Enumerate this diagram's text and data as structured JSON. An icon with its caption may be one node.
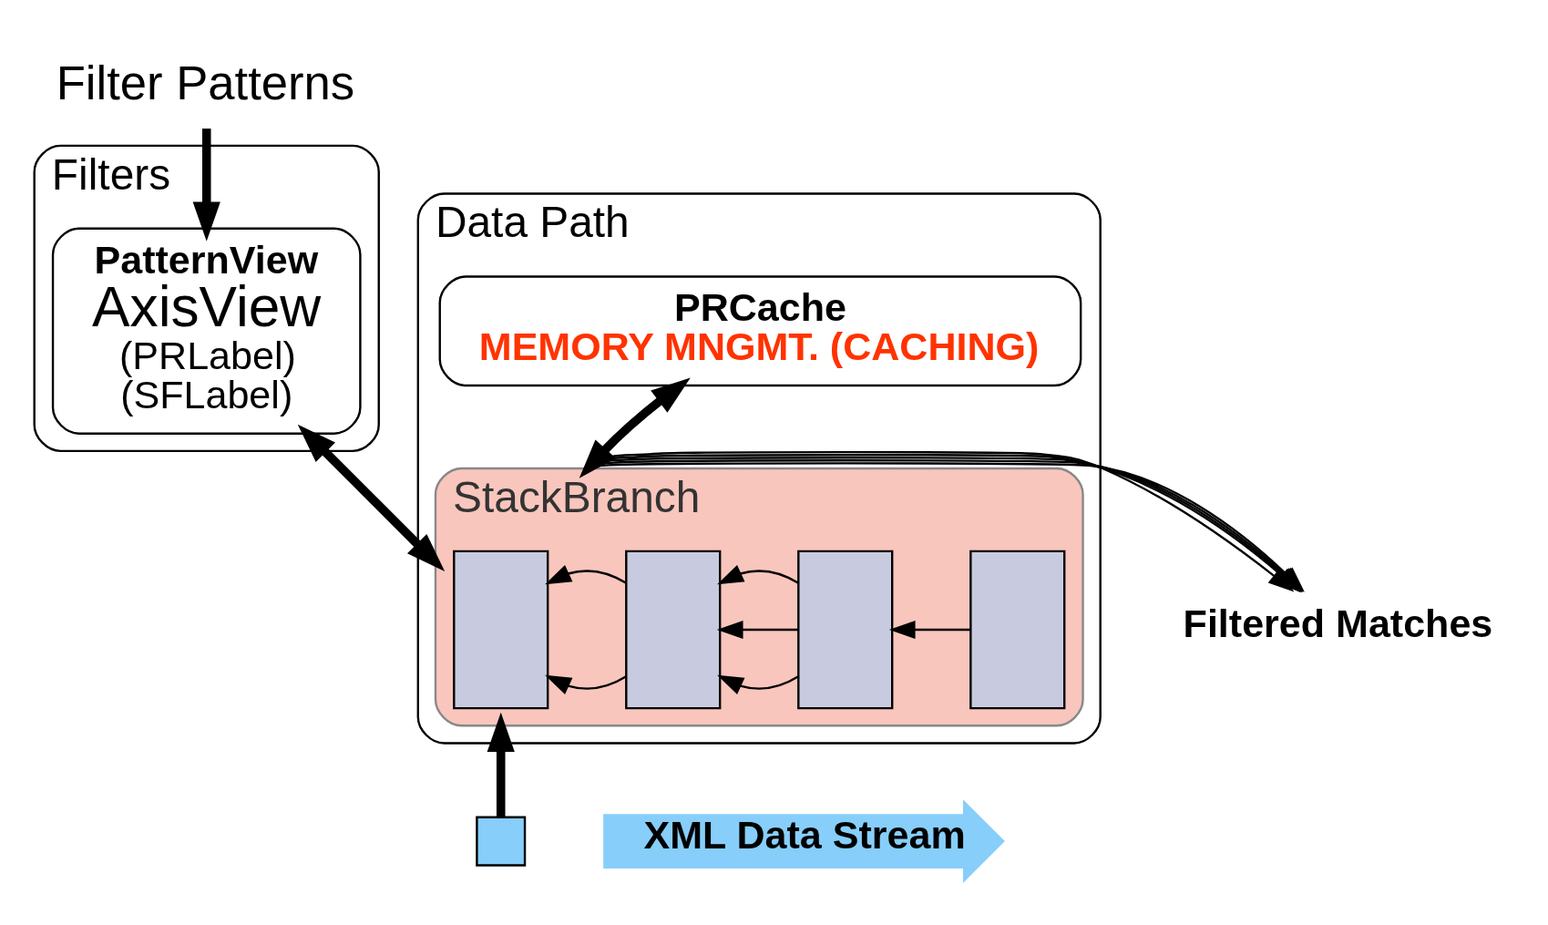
{
  "diagram": {
    "nodes": [
      {
        "text": [
          "Filter Patterns"
        ]
      },
      {
        "text": [
          "Filters"
        ]
      },
      {
        "text": [
          "PatternView",
          "AxisView",
          "(PRLabel)",
          "(SFLabel)"
        ],
        "in": 1
      },
      {
        "text": [
          "Data Path"
        ]
      },
      {
        "text": [
          "PRCache",
          "MEMORY MNGMT. (CACHING)"
        ],
        "in": 3
      },
      {
        "text": [
          "StackBranch"
        ],
        "in": 3
      },
      {
        "text": [],
        "shape": "box",
        "in": 5
      },
      {
        "text": [],
        "shape": "box",
        "in": 5
      },
      {
        "text": [],
        "shape": "box",
        "in": 5
      },
      {
        "text": [],
        "shape": "box",
        "in": 5
      },
      {
        "text": [
          "Filtered Matches"
        ]
      },
      {
        "text": [
          "XML Data Stream"
        ]
      },
      {
        "text": [],
        "shape": "box"
      }
    ],
    "edges": [
      {
        "from": 0,
        "to": 2,
        "arrow": "to",
        "style": "thick"
      },
      {
        "from": 2,
        "to": 5,
        "arrow": "both",
        "style": "thick"
      },
      {
        "from": 4,
        "to": 5,
        "arrow": "both",
        "style": "thick"
      },
      {
        "from": 7,
        "to": 6,
        "arrow": "to"
      },
      {
        "from": 7,
        "to": 6,
        "arrow": "to"
      },
      {
        "from": 8,
        "to": 7,
        "arrow": "to"
      },
      {
        "from": 8,
        "to": 7,
        "arrow": "to"
      },
      {
        "from": 8,
        "to": 7,
        "arrow": "to"
      },
      {
        "from": 9,
        "to": 8,
        "arrow": "to"
      },
      {
        "from": 5,
        "to": 10,
        "arrow": "to"
      },
      {
        "from": 5,
        "to": 10,
        "arrow": "to"
      },
      {
        "from": 5,
        "to": 10,
        "arrow": "to"
      },
      {
        "from": 5,
        "to": 10,
        "arrow": "to"
      },
      {
        "from": 5,
        "to": 10,
        "arrow": "to"
      },
      {
        "from": 12,
        "to": 5,
        "arrow": "to",
        "style": "thick"
      }
    ]
  }
}
